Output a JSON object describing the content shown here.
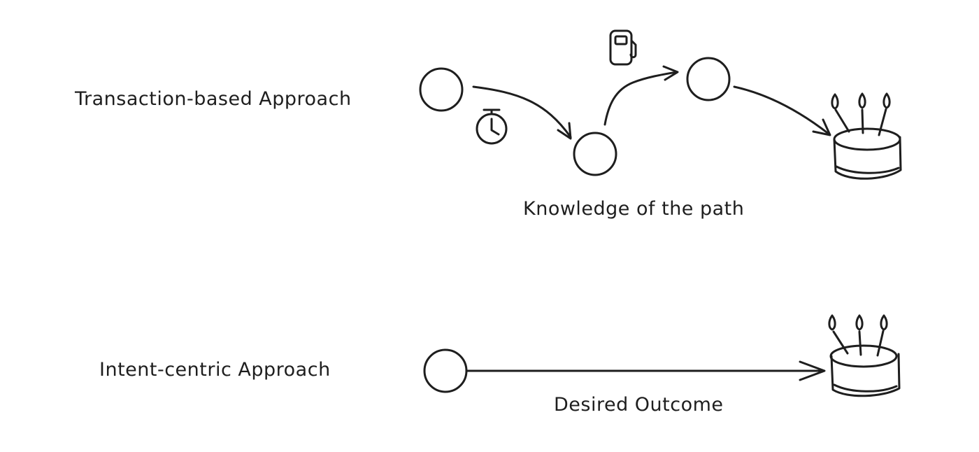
{
  "diagram": {
    "transaction_row": {
      "title": "Transaction-based Approach",
      "caption": "Knowledge of the path",
      "icons": [
        "stopwatch-icon",
        "fuel-pump-icon",
        "birthday-cake-icon"
      ]
    },
    "intent_row": {
      "title": "Intent-centric Approach",
      "caption": "Desired Outcome",
      "icons": [
        "birthday-cake-icon"
      ]
    },
    "colors": {
      "ink": "#1e1e1e",
      "background": "#ffffff"
    }
  }
}
